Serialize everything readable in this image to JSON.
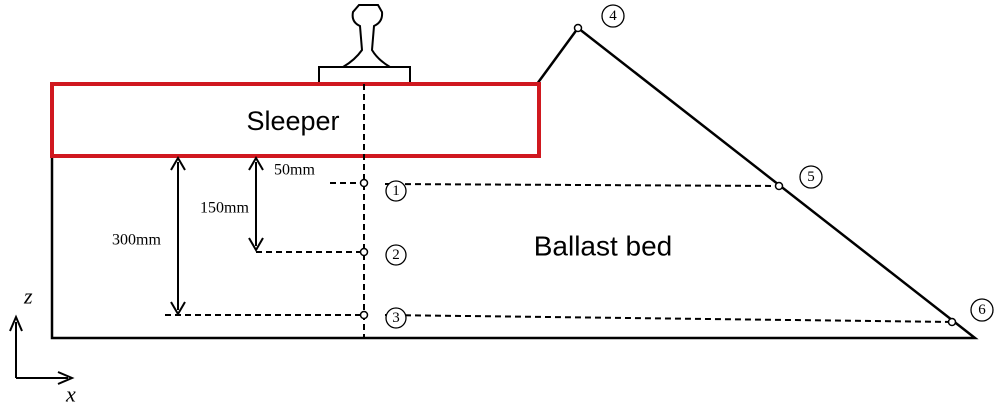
{
  "labels": {
    "sleeper": "Sleeper",
    "ballast": "Ballast bed",
    "dim_50": "50mm",
    "dim_150": "150mm",
    "dim_300": "300mm",
    "axis_z": "z",
    "axis_x": "x"
  },
  "points": [
    "1",
    "2",
    "3",
    "4",
    "5",
    "6"
  ],
  "colors": {
    "sleeper_outline": "#d0181f",
    "lines": "#000000",
    "background": "#ffffff"
  }
}
